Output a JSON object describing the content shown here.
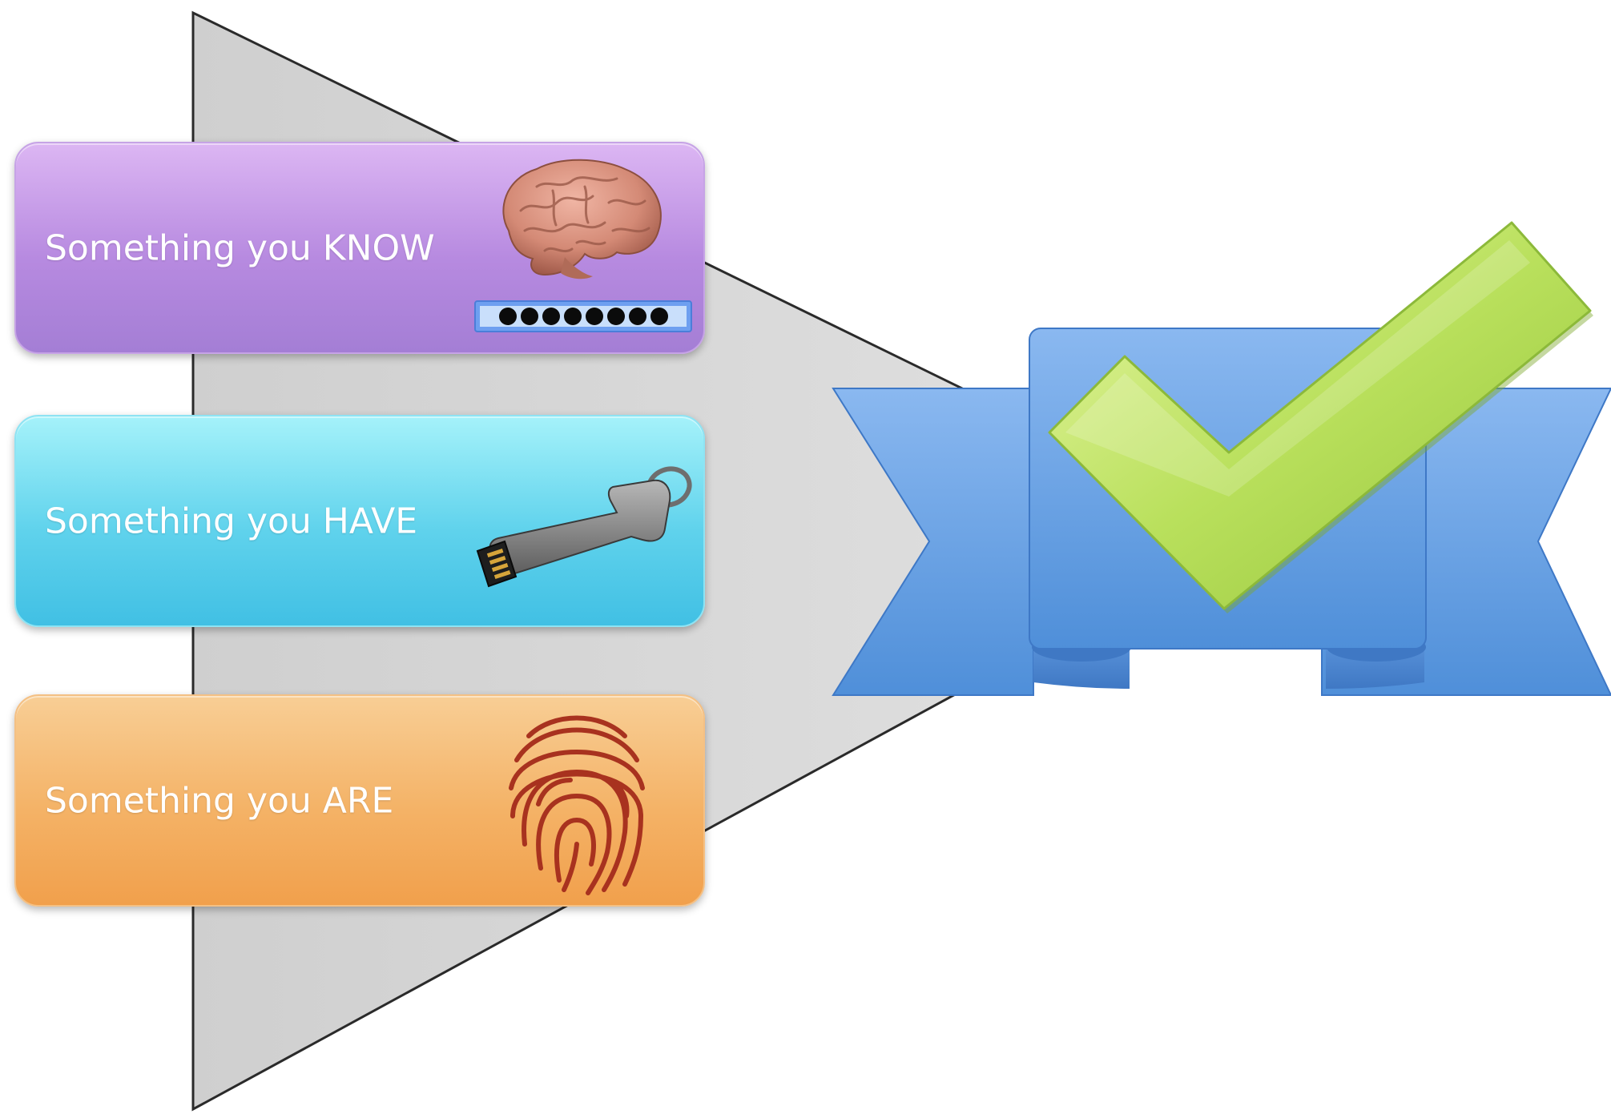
{
  "factors": [
    {
      "label": "Something you KNOW",
      "icon": "brain-icon",
      "extra_icon": "password-field-icon",
      "masked_char_count": 8,
      "color": "#b98ce1"
    },
    {
      "label": "Something you HAVE",
      "icon": "usb-key-icon",
      "color": "#55cdea"
    },
    {
      "label": "Something you ARE",
      "icon": "fingerprint-icon",
      "color": "#f3aa5a"
    }
  ],
  "result": {
    "icon": "checkmark-icon",
    "ribbon_icon": "ribbon-banner-icon",
    "ribbon_color": "#5a95db",
    "check_color": "#a6d44a"
  },
  "funnel": {
    "color": "#d4d4d4"
  }
}
